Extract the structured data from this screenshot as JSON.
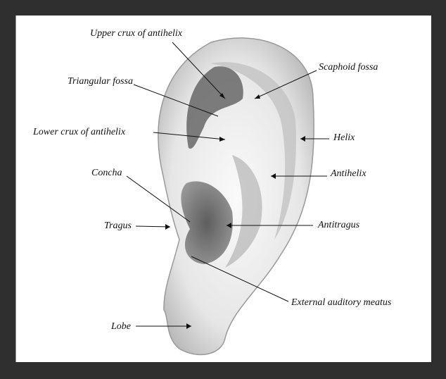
{
  "labels": {
    "upper_crux": "Upper crux of antihelix",
    "triangular_fossa": "Triangular fossa",
    "lower_crux": "Lower crux of antihelix",
    "scaphoid_fossa": "Scaphoid fossa",
    "helix": "Helix",
    "antihelix": "Antihelix",
    "concha": "Concha",
    "tragus": "Tragus",
    "antitragus": "Antitragus",
    "external_auditory_meatus": "External auditory meatus",
    "lobe": "Lobe"
  }
}
